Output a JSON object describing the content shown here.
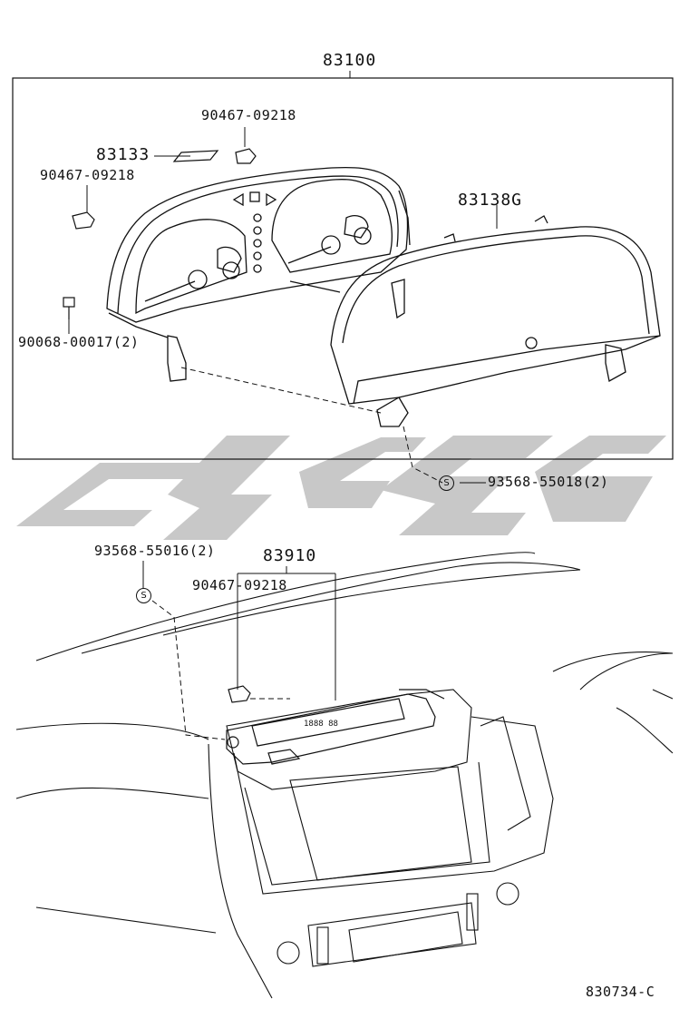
{
  "labels": {
    "assy_cluster": "83100",
    "screw_top": "90467-09218",
    "plate": "83133",
    "screw_left": "90467-09218",
    "glass": "83138G",
    "bolt": "90068-00017(2)",
    "bulb_right": "93568-55018(2)",
    "bulb_left": "93568-55016(2)",
    "clock_assy": "83910",
    "clock_screw": "90467-09218",
    "figure_code": "830734-C"
  },
  "symbols": {
    "s_mark": "S"
  },
  "watermark": {
    "color": "#c8c8c8"
  },
  "colors": {
    "line": "#111111",
    "background": "#ffffff"
  }
}
